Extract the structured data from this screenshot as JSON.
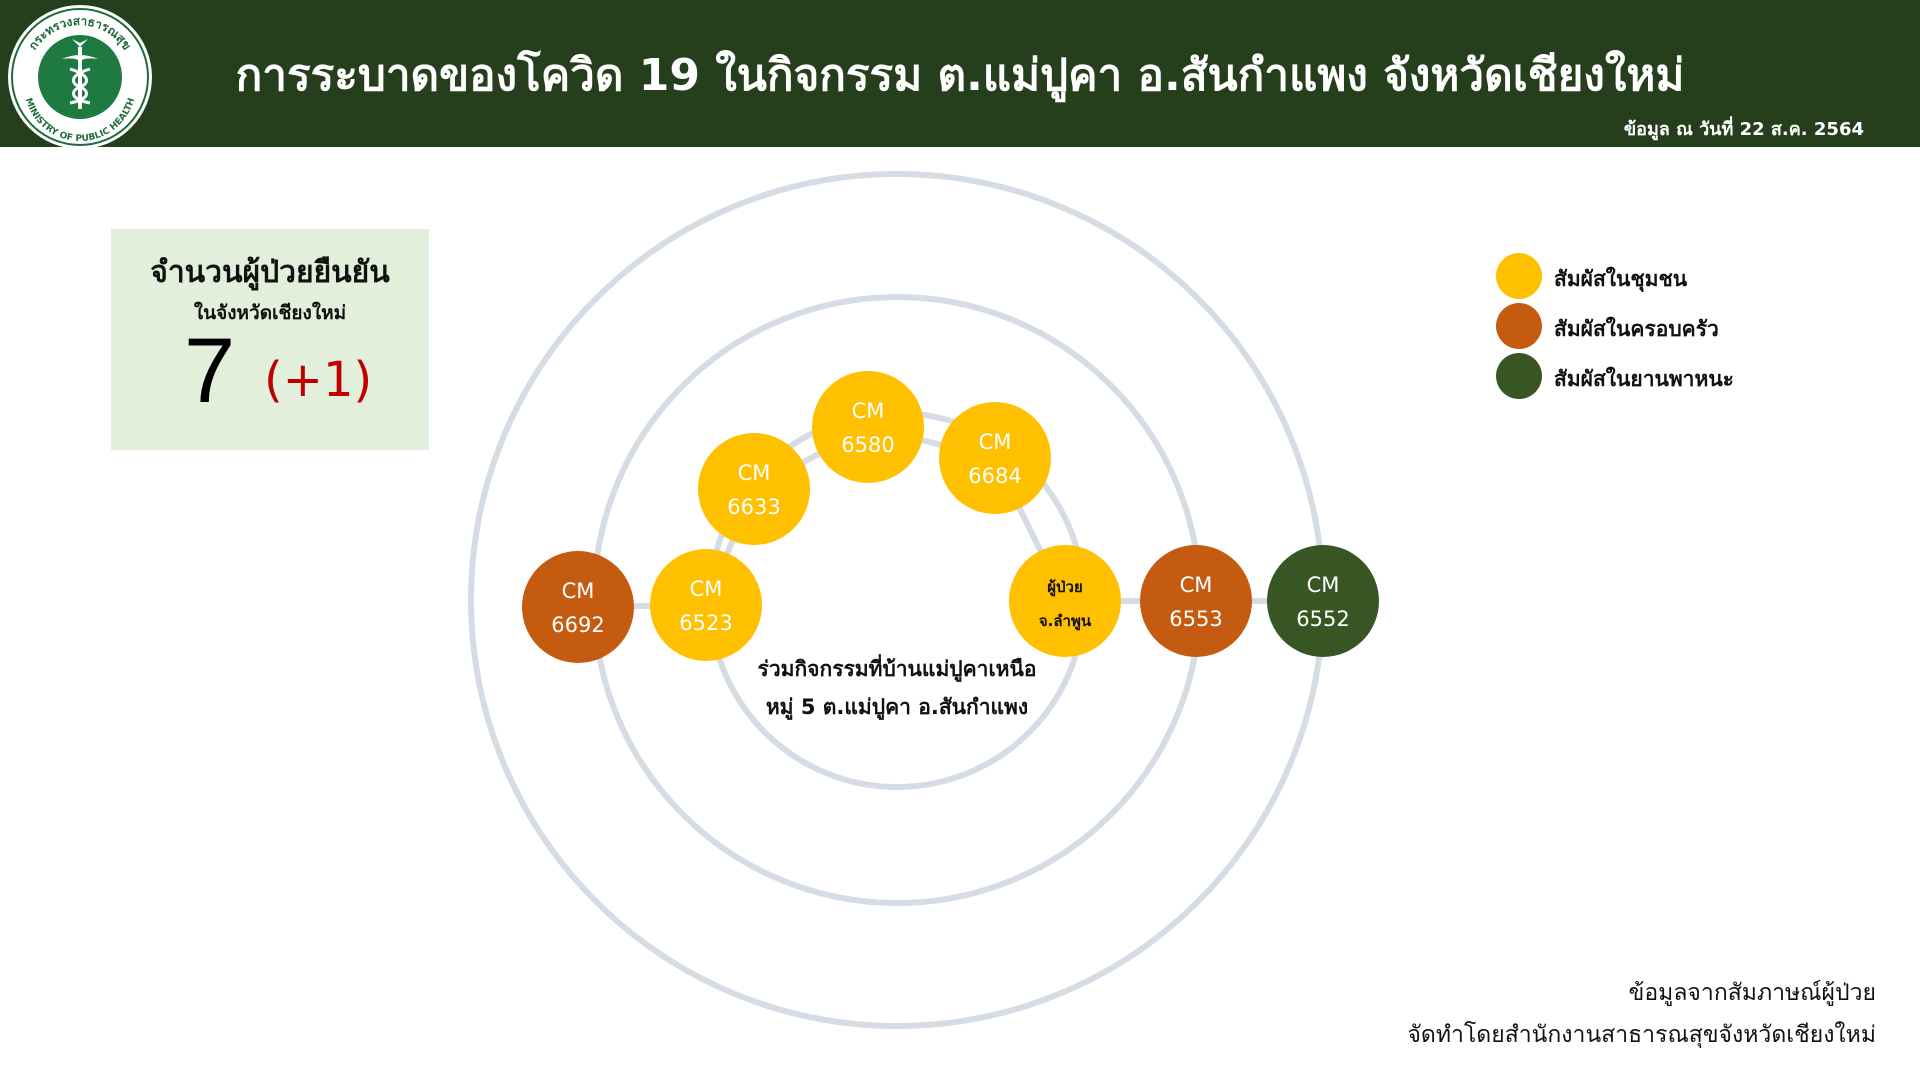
{
  "header": {
    "title": "การระบาดของโควิด 19 ในกิจกรรม ต.แม่ปูคา อ.สันกำแพง จังหวัดเชียงใหม่",
    "date": "ข้อมูล ณ วันที่ 22 ส.ค. 2564",
    "logo": {
      "icon": "ministry-of-public-health-seal",
      "top_text": "กระทรวงสาธารณสุข",
      "bottom_text": "MINISTRY OF PUBLIC HEALTH"
    }
  },
  "summary": {
    "title": "จำนวนผู้ป่วยยืนยัน",
    "subtitle": "ในจังหวัดเชียงใหม่",
    "count": "7",
    "delta": "(+1)"
  },
  "colors": {
    "header_bg": "#253f1d",
    "community": "#ffc000",
    "family": "#c55a11",
    "vehicle": "#375623",
    "ring": "#d6dce4",
    "summary_bg": "#e2efda",
    "delta": "#c00000"
  },
  "legend": [
    {
      "label": "สัมผัสในชุมชน",
      "color": "#ffc000"
    },
    {
      "label": "สัมผัสในครอบครัว",
      "color": "#c55a11"
    },
    {
      "label": "สัมผัสในยานพาหนะ",
      "color": "#375623"
    }
  ],
  "diagram": {
    "center_label_line1": "ร่วมกิจกรรมที่บ้านแม่ปูคาเหนือ",
    "center_label_line2": "หมู่ 5 ต.แม่ปูคา อ.สันกำแพง",
    "nodes": [
      {
        "line1": "CM",
        "line2": "6692",
        "type": "family"
      },
      {
        "line1": "CM",
        "line2": "6523",
        "type": "community"
      },
      {
        "line1": "CM",
        "line2": "6633",
        "type": "community"
      },
      {
        "line1": "CM",
        "line2": "6580",
        "type": "community"
      },
      {
        "line1": "CM",
        "line2": "6684",
        "type": "community"
      },
      {
        "line1": "ผู้ป่วย",
        "line2": "จ.ลำพูน",
        "type": "community"
      },
      {
        "line1": "CM",
        "line2": "6553",
        "type": "family"
      },
      {
        "line1": "CM",
        "line2": "6552",
        "type": "vehicle"
      }
    ]
  },
  "footer": {
    "line1": "ข้อมูลจากสัมภาษณ์ผู้ป่วย",
    "line2": "จัดทำโดยสำนักงานสาธารณสุขจังหวัดเชียงใหม่"
  }
}
